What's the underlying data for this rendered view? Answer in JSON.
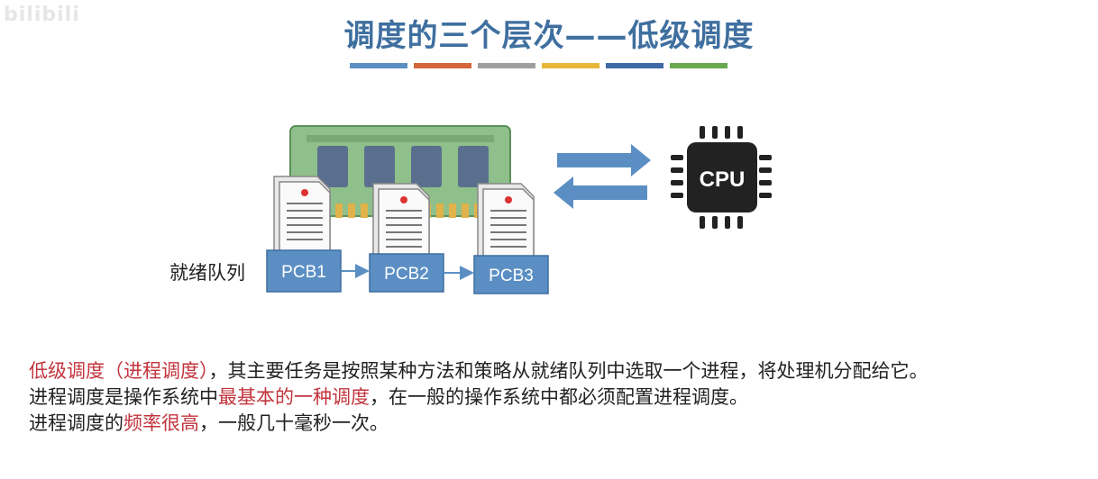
{
  "watermark": "bilibili",
  "title": "调度的三个层次——低级调度",
  "title_bar_colors": [
    "#5b8fc4",
    "#d2653a",
    "#9e9e9e",
    "#e7b73c",
    "#3f6aa6",
    "#6aa84f"
  ],
  "diagram": {
    "queue_label": "就绪队列",
    "pcbs": [
      "PCB1",
      "PCB2",
      "PCB3"
    ],
    "cpu_label": "CPU",
    "colors": {
      "pcb": "#5b8fc4",
      "arrow": "#5b8fc4",
      "memory": "#8fbf8a",
      "chip": "#222222"
    }
  },
  "text": {
    "p1": {
      "red1": "低级调度（进程调度）",
      "normal1": "，其主要任务是按照某种方法和策略从就绪队列中选取一个进程，将处理机分配给它。"
    },
    "p2": {
      "normal1": "进程调度是操作系统中",
      "red1": "最基本的一种调度",
      "normal2": "，在一般的操作系统中都必须配置进程调度。"
    },
    "p3": {
      "normal1": "进程调度的",
      "red1": "频率很高",
      "normal2": "，一般几十毫秒一次。"
    }
  }
}
